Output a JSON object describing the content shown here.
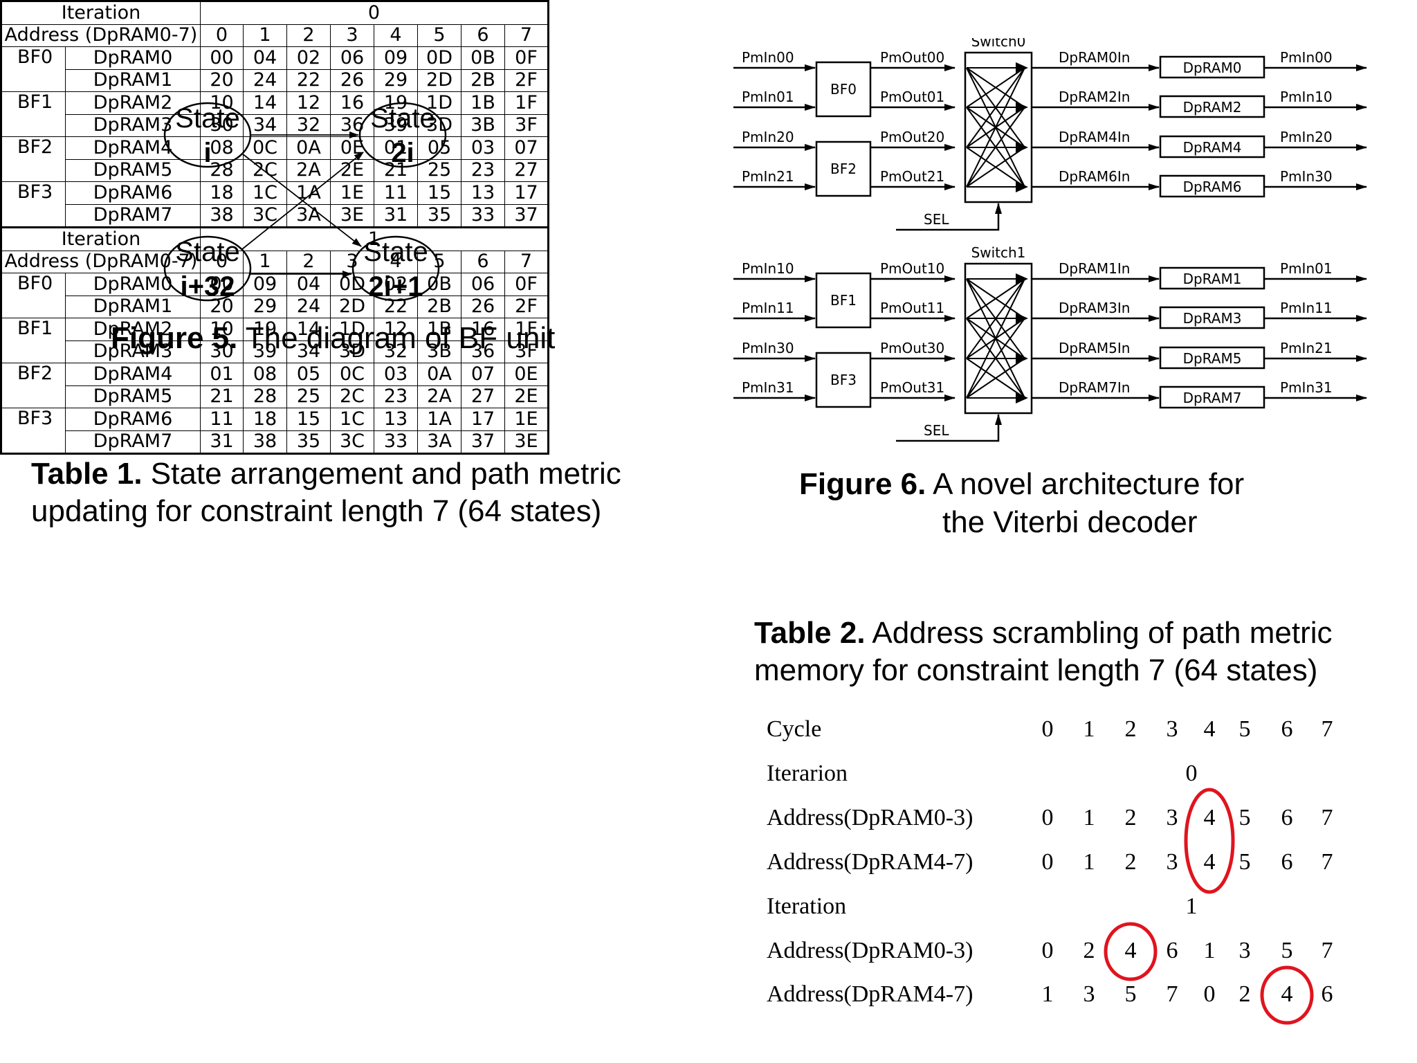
{
  "figure5": {
    "nodes": [
      {
        "id": "si",
        "line1": "State",
        "line2": "i"
      },
      {
        "id": "s2i",
        "line1": "State",
        "line2": "2i"
      },
      {
        "id": "si32",
        "line1": "State",
        "line2": "i+32"
      },
      {
        "id": "s2i1",
        "line1": "State",
        "line2": "2i+1"
      }
    ],
    "caption_label": "Figure 5.",
    "caption_text": " The diagram of BF unit"
  },
  "table1": {
    "caption_label": "Table 1.",
    "caption_line1": " State arrangement and path metric",
    "caption_line2": "updating for constraint length 7 (64 states)",
    "iteration_label": "Iteration",
    "address_label": "Address (DpRAM0-7)",
    "address_cols": [
      "0",
      "1",
      "2",
      "3",
      "4",
      "5",
      "6",
      "7"
    ],
    "blocks": [
      {
        "iteration": "0",
        "rows": [
          {
            "bf": "BF0",
            "ram": "DpRAM0",
            "cells": [
              "00",
              "04",
              "02",
              "06",
              "09",
              "0D",
              "0B",
              "0F"
            ]
          },
          {
            "bf": "",
            "ram": "DpRAM1",
            "cells": [
              "20",
              "24",
              "22",
              "26",
              "29",
              "2D",
              "2B",
              "2F"
            ]
          },
          {
            "bf": "BF1",
            "ram": "DpRAM2",
            "cells": [
              "10",
              "14",
              "12",
              "16",
              "19",
              "1D",
              "1B",
              "1F"
            ]
          },
          {
            "bf": "",
            "ram": "DpRAM3",
            "cells": [
              "30",
              "34",
              "32",
              "36",
              "39",
              "3D",
              "3B",
              "3F"
            ]
          },
          {
            "bf": "BF2",
            "ram": "DpRAM4",
            "cells": [
              "08",
              "0C",
              "0A",
              "0E",
              "01",
              "05",
              "03",
              "07"
            ]
          },
          {
            "bf": "",
            "ram": "DpRAM5",
            "cells": [
              "28",
              "2C",
              "2A",
              "2E",
              "21",
              "25",
              "23",
              "27"
            ]
          },
          {
            "bf": "BF3",
            "ram": "DpRAM6",
            "cells": [
              "18",
              "1C",
              "1A",
              "1E",
              "11",
              "15",
              "13",
              "17"
            ]
          },
          {
            "bf": "",
            "ram": "DpRAM7",
            "cells": [
              "38",
              "3C",
              "3A",
              "3E",
              "31",
              "35",
              "33",
              "37"
            ]
          }
        ]
      },
      {
        "iteration": "1",
        "rows": [
          {
            "bf": "BF0",
            "ram": "DpRAM0",
            "cells": [
              "00",
              "09",
              "04",
              "0D",
              "02",
              "0B",
              "06",
              "0F"
            ]
          },
          {
            "bf": "",
            "ram": "DpRAM1",
            "cells": [
              "20",
              "29",
              "24",
              "2D",
              "22",
              "2B",
              "26",
              "2F"
            ]
          },
          {
            "bf": "BF1",
            "ram": "DpRAM2",
            "cells": [
              "10",
              "19",
              "14",
              "1D",
              "12",
              "1B",
              "16",
              "1F"
            ]
          },
          {
            "bf": "",
            "ram": "DpRAM3",
            "cells": [
              "30",
              "39",
              "34",
              "3D",
              "32",
              "3B",
              "36",
              "3F"
            ]
          },
          {
            "bf": "BF2",
            "ram": "DpRAM4",
            "cells": [
              "01",
              "08",
              "05",
              "0C",
              "03",
              "0A",
              "07",
              "0E"
            ]
          },
          {
            "bf": "",
            "ram": "DpRAM5",
            "cells": [
              "21",
              "28",
              "25",
              "2C",
              "23",
              "2A",
              "27",
              "2E"
            ]
          },
          {
            "bf": "BF3",
            "ram": "DpRAM6",
            "cells": [
              "11",
              "18",
              "15",
              "1C",
              "13",
              "1A",
              "17",
              "1E"
            ]
          },
          {
            "bf": "",
            "ram": "DpRAM7",
            "cells": [
              "31",
              "38",
              "35",
              "3C",
              "33",
              "3A",
              "37",
              "3E"
            ]
          }
        ]
      }
    ]
  },
  "figure6": {
    "caption_label": "Figure 6.",
    "caption_line1": " A novel architecture for",
    "caption_line2": "the Viterbi decoder",
    "switch0": "Switch0",
    "switch1": "Switch1",
    "sel": "SEL",
    "top": {
      "inputs": [
        "PmIn00",
        "PmIn01",
        "PmIn20",
        "PmIn21"
      ],
      "bfs": [
        "BF0",
        "BF2"
      ],
      "pmouts": [
        "PmOut00",
        "PmOut01",
        "PmOut20",
        "PmOut21"
      ],
      "dpin": [
        "DpRAM0In",
        "DpRAM2In",
        "DpRAM4In",
        "DpRAM6In"
      ],
      "rams": [
        "DpRAM0",
        "DpRAM2",
        "DpRAM4",
        "DpRAM6"
      ],
      "outputs": [
        "PmIn00",
        "PmIn10",
        "PmIn20",
        "PmIn30"
      ]
    },
    "bottom": {
      "inputs": [
        "PmIn10",
        "PmIn11",
        "PmIn30",
        "PmIn31"
      ],
      "bfs": [
        "BF1",
        "BF3"
      ],
      "pmouts": [
        "PmOut10",
        "PmOut11",
        "PmOut30",
        "PmOut31"
      ],
      "dpin": [
        "DpRAM1In",
        "DpRAM3In",
        "DpRAM5In",
        "DpRAM7In"
      ],
      "rams": [
        "DpRAM1",
        "DpRAM3",
        "DpRAM5",
        "DpRAM7"
      ],
      "outputs": [
        "PmIn01",
        "PmIn11",
        "PmIn21",
        "PmIn31"
      ]
    }
  },
  "table2": {
    "caption_label": "Table 2.",
    "caption_line1": " Address scrambling of path metric",
    "caption_line2": "memory for constraint length 7 (64 states)",
    "rows": [
      {
        "label": "Cycle",
        "values": [
          "0",
          "1",
          "2",
          "3",
          "4",
          "5",
          "6",
          "7"
        ]
      },
      {
        "label": "Iterarion",
        "center": "0"
      },
      {
        "label": "Address(DpRAM0-3)",
        "values": [
          "0",
          "1",
          "2",
          "3",
          "4",
          "5",
          "6",
          "7"
        ]
      },
      {
        "label": "Address(DpRAM4-7)",
        "values": [
          "0",
          "1",
          "2",
          "3",
          "4",
          "5",
          "6",
          "7"
        ]
      },
      {
        "label": "Iteration",
        "center": "1"
      },
      {
        "label": "Address(DpRAM0-3)",
        "values": [
          "0",
          "2",
          "4",
          "6",
          "1",
          "3",
          "5",
          "7"
        ]
      },
      {
        "label": "Address(DpRAM4-7)",
        "values": [
          "1",
          "3",
          "5",
          "7",
          "0",
          "2",
          "4",
          "6"
        ]
      }
    ],
    "highlight_color": "#e0141e"
  }
}
